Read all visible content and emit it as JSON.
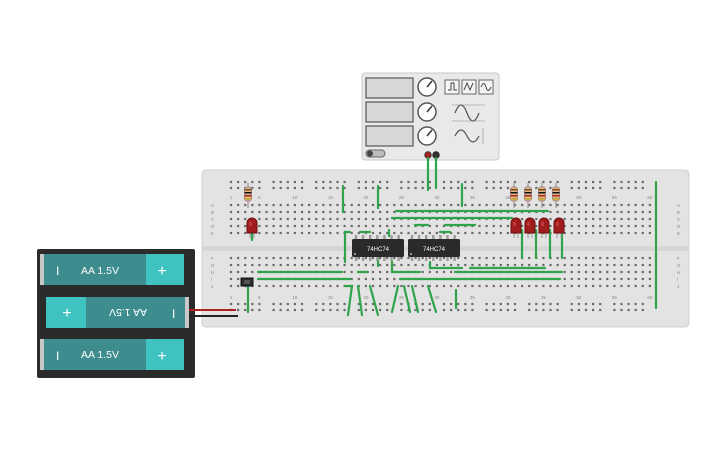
{
  "battery_pack": {
    "cells": [
      {
        "label": "AA 1.5V",
        "orientation": "normal"
      },
      {
        "label": "AA 1.5V",
        "orientation": "flipped"
      },
      {
        "label": "AA 1.5V",
        "orientation": "normal"
      }
    ],
    "plus_symbol": "+",
    "minus_symbol": "I"
  },
  "breadboard": {
    "row_letters_top": [
      "A",
      "B",
      "C",
      "D",
      "E"
    ],
    "row_letters_bottom": [
      "F",
      "G",
      "H",
      "I",
      "J"
    ],
    "column_numbers": [
      "1",
      "5",
      "10",
      "15",
      "20",
      "25",
      "30",
      "35",
      "40",
      "45",
      "50",
      "55",
      "60"
    ]
  },
  "chips": [
    {
      "label": "74HC74"
    },
    {
      "label": "74HC74"
    }
  ],
  "function_generator": {
    "wave_buttons": [
      "square-wave-icon",
      "triangle-wave-icon",
      "sine-wave-icon"
    ]
  },
  "colors": {
    "wire": "#2fa44a",
    "battery_teal": "#3d8d8f",
    "battery_cap": "#3fc2c0",
    "led_red": "#a11d1d",
    "breadboard": "#e3e3e3",
    "chip": "#2a2a2a"
  }
}
